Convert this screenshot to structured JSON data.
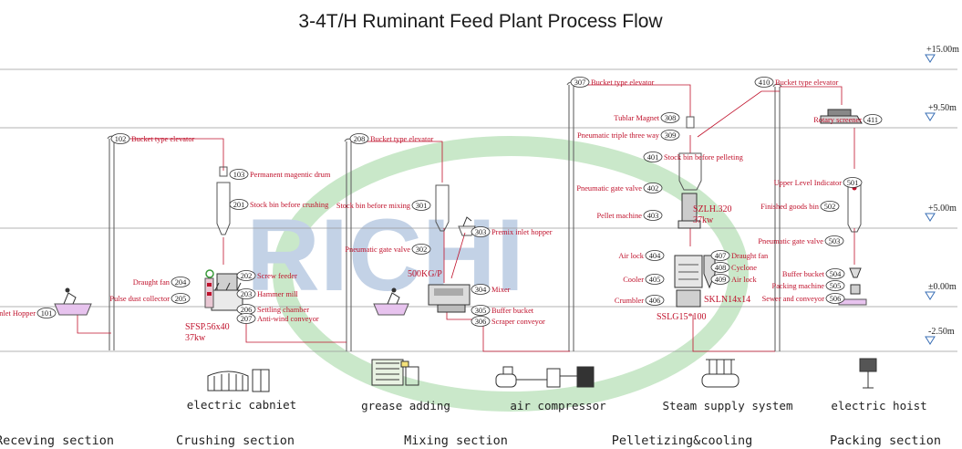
{
  "title": "3-4T/H Ruminant Feed Plant Process Flow",
  "watermark": "RICHI",
  "colors": {
    "label": "#c0122c",
    "line": "#555555",
    "watermark_green": "#3fae3f",
    "watermark_blue": "#2c5fa8"
  },
  "levels": [
    "+15.00m",
    "+9.50m",
    "+5.00m",
    "±0.00m",
    "-2.50m"
  ],
  "equipment": {
    "101": {
      "num": "101",
      "label": "Inlet Hopper"
    },
    "102": {
      "num": "102",
      "label": "Bucket type elevator"
    },
    "103": {
      "num": "103",
      "label": "Permanent magentic drum"
    },
    "201": {
      "num": "201",
      "label": "Stock bin before crushing"
    },
    "202": {
      "num": "202",
      "label": "Screw feeder"
    },
    "203": {
      "num": "203",
      "label": "Hammer mill"
    },
    "204": {
      "num": "204",
      "label": "Draught fan"
    },
    "205": {
      "num": "205",
      "label": "Pulse dust collector"
    },
    "206": {
      "num": "206",
      "label": "Settling chamber"
    },
    "207": {
      "num": "207",
      "label": "Anti-wind conveyor"
    },
    "208": {
      "num": "208",
      "label": "Bucket type elevator"
    },
    "301": {
      "num": "301",
      "label": "Stock bin before mixing"
    },
    "302": {
      "num": "302",
      "label": "Pneumatic gate valve"
    },
    "303": {
      "num": "303",
      "label": "Premix inlet hopper"
    },
    "304": {
      "num": "304",
      "label": "Mixer"
    },
    "305": {
      "num": "305",
      "label": "Buffer bucket"
    },
    "306": {
      "num": "306",
      "label": "Scraper conveyor"
    },
    "307": {
      "num": "307",
      "label": "Bucket type elevator"
    },
    "308": {
      "num": "308",
      "label": "Tublar Magnet"
    },
    "309": {
      "num": "309",
      "label": "Pneumatic triple three way"
    },
    "401": {
      "num": "401",
      "label": "Stock bin before pelleting"
    },
    "402": {
      "num": "402",
      "label": "Pneumatic gate valve"
    },
    "403": {
      "num": "403",
      "label": "Pellet machine"
    },
    "404": {
      "num": "404",
      "label": "Air lock"
    },
    "405": {
      "num": "405",
      "label": "Cooler"
    },
    "406": {
      "num": "406",
      "label": "Crumbler"
    },
    "407": {
      "num": "407",
      "label": "Draught fan"
    },
    "408": {
      "num": "408",
      "label": "Cyclone"
    },
    "409": {
      "num": "409",
      "label": "Air lock"
    },
    "410": {
      "num": "410",
      "label": "Bucket type elevator"
    },
    "411": {
      "num": "411",
      "label": "Rotary screener"
    },
    "501": {
      "num": "501",
      "label": "Upper Level Indicator"
    },
    "502": {
      "num": "502",
      "label": "Finished goods bin"
    },
    "503": {
      "num": "503",
      "label": "Pneumatic gate valve"
    },
    "504": {
      "num": "504",
      "label": "Buffer bucket"
    },
    "505": {
      "num": "505",
      "label": "Packing machine"
    },
    "506": {
      "num": "506",
      "label": "Sewer and conveyor"
    }
  },
  "specs": {
    "mill_model": "SFSP.56x40",
    "mill_power": "37kw",
    "mixer_capacity": "500KG/P",
    "pellet_model": "SZLH.320",
    "pellet_power": "37kw",
    "cooler_model": "SKLN14x14",
    "crumbler_model": "SSLG15*100"
  },
  "utilities": [
    "electric cabniet",
    "grease adding",
    "air compressor",
    "Steam supply system",
    "electric hoist"
  ],
  "sections": [
    "Receving section",
    "Crushing section",
    "Mixing section",
    "Pelletizing&cooling",
    "Packing section"
  ]
}
